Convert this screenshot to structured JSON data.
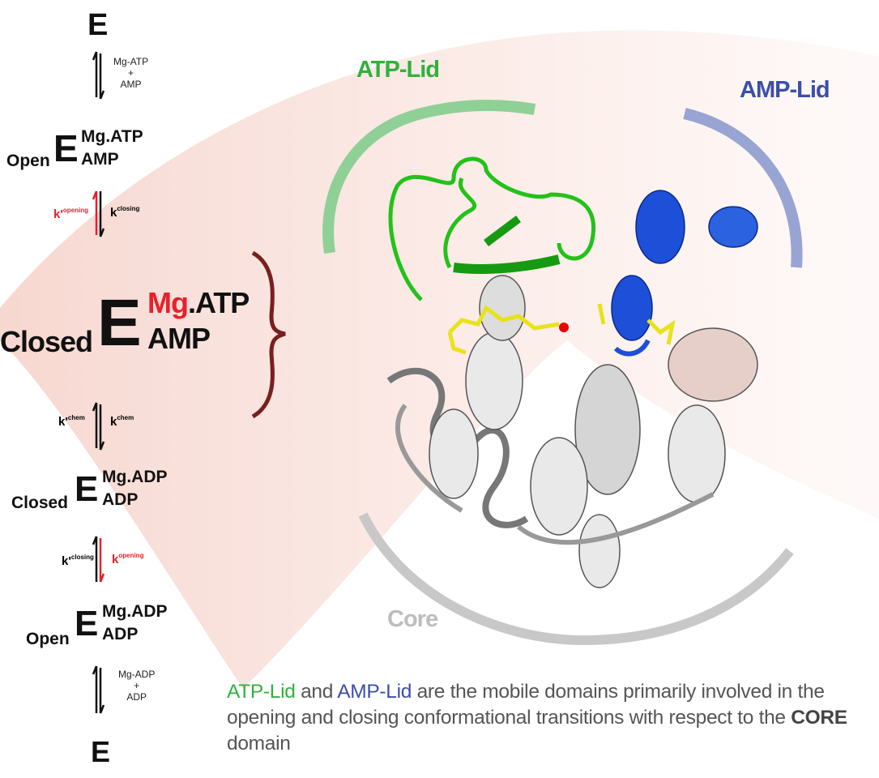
{
  "scheme": {
    "e_top": "E",
    "step1": {
      "line1": "Mg-ATP",
      "line2": "+",
      "line3": "AMP"
    },
    "state_open_atp": {
      "prefix": "Open",
      "e": "E",
      "sup": "Mg.ATP",
      "sub": "AMP"
    },
    "step2": {
      "left_k": "k'",
      "left_sup": "opening",
      "right_k": "k",
      "right_sup": "closing"
    },
    "state_closed_atp": {
      "prefix": "Closed",
      "e": "E",
      "sup_mg": "Mg",
      "sup_rest": ".ATP",
      "sub": "AMP"
    },
    "step3": {
      "left_k": "k'",
      "left_sup": "chem",
      "right_k": "k",
      "right_sup": "chem"
    },
    "state_closed_adp": {
      "prefix": "Closed",
      "e": "E",
      "sup": "Mg.ADP",
      "sub": "ADP"
    },
    "step4": {
      "left_k": "k'",
      "left_sup": "closing",
      "right_k": "k",
      "right_sup": "opening"
    },
    "state_open_adp": {
      "prefix": "Open",
      "e": "E",
      "sup": "Mg.ADP",
      "sub": "ADP"
    },
    "step5": {
      "line1": "Mg-ADP",
      "line2": "+",
      "line3": "ADP"
    },
    "e_bottom": "E"
  },
  "structure": {
    "atp_lid_label": "ATP-Lid",
    "amp_lid_label": "AMP-Lid",
    "core_label": "Core"
  },
  "caption": {
    "atp_lid": "ATP-Lid",
    "and": " and ",
    "amp_lid": "AMP-Lid",
    "middle": " are the mobile domains primarily involved in the opening and closing conformational transitions with respect to the ",
    "core": "CORE",
    "end": " domain"
  },
  "colors": {
    "atp_lid": "#2fb23c",
    "amp_lid": "#3b4ea8",
    "core": "#bdbdbd",
    "mg_red": "#e8202a",
    "brace": "#7a1e1e",
    "fan": "#f7d9d2"
  }
}
